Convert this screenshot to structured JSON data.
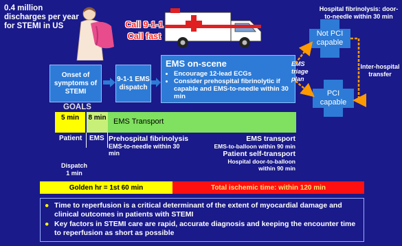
{
  "statistic": "0.4 million discharges per year for STEMI in US",
  "call": {
    "line1": "Call 9-1-1",
    "line2": "Call fast"
  },
  "onset_box": "Onset of symptoms of STEMI",
  "dispatch_box": "9-1-1 EMS dispatch",
  "ems_box": {
    "title": "EMS on-scene",
    "bullets": [
      "Encourage 12-lead ECGs",
      "Consider prehospital fibrinolytic if capable and EMS-to-needle within 30 min"
    ]
  },
  "hospitals": {
    "not_pci": {
      "line1": "Not PCI",
      "line2": "capable"
    },
    "pci": {
      "line1": "PCI",
      "line2": "capable"
    },
    "fibrinolysis_note": "Hospital fibrinolysis: door-to-needle within 30 min",
    "triage": "EMS triage plan",
    "transfer": "Inter-hospital transfer"
  },
  "goals": {
    "heading": "GOALS",
    "seg_patient": "5 min",
    "seg_ems": "8 min",
    "seg_transport": "EMS Transport",
    "label_patient": "Patient",
    "label_ems": "EMS",
    "prehospital_title": "Prehospital fibrinolysis",
    "prehospital_sub": "EMS-to-needle within 30 min",
    "dispatch_time": "Dispatch 1 min",
    "ems_transport": "EMS transport",
    "ems_balloon": "EMS-to-balloon within 90 min",
    "self_transport": "Patient self-transport",
    "door_balloon": "Hospital door-to-balloon within 90 min"
  },
  "timeline": {
    "golden": "Golden hr = 1st 60 min",
    "ischemic": "Total ischemic time: within 120 min"
  },
  "key_points": [
    "Time to reperfusion is a critical determinant of the extent of myocardial damage and clinical outcomes in patients with STEMI",
    "Key factors in STEMI care are rapid, accurate diagnosis and keeping the encounter time to reperfusion as short as possible"
  ],
  "colors": {
    "background": "#1a1a8a",
    "box_blue": "#2d7bd6",
    "goal_yellow": "#ffff00",
    "transport_green": "#80e060",
    "ischemic_red": "#ff1010",
    "arrow_orange": "#ff9900"
  }
}
